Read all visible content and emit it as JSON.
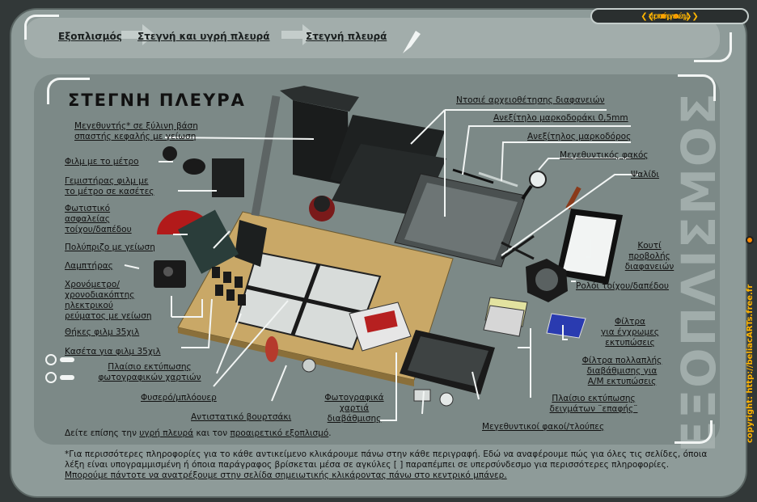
{
  "nav": {
    "crumbs": [
      "Εξοπλισμός",
      "Στεγνή και υγρή πλευρά",
      "Στεγνή πλευρά"
    ],
    "top_button": {
      "prev": "προηγούμ.",
      "next": "επόμενη"
    }
  },
  "section": {
    "title": "ΣΤΕΓΝΗ ΠΛΕΥΡΑ",
    "watermark": "ΕΞΟΠΛΙΣΜΟΣ"
  },
  "labels": {
    "enlarger": "Μεγεθυντής* σε ξύλινη βάση\nσπαστής κεφαλής με γείωση",
    "film_meter": "Φιλμ με το μέτρο",
    "film_loader": "Γεμιστήρας φιλμ με\nτο μέτρο σε κασέτες",
    "safelight": "Φωτιστικό\nασφαλείας\nτοίχου/δαπέδου",
    "power_strip": "Πολύπριζο με γείωση",
    "lamp": "Λαμπτήρας",
    "timer": "Χρονόμετρο/\nχρονοδιακόπτης\nηλεκτρικού\nρεύματος με γείωση",
    "film_cans": "Θήκες φιλμ 35χιλ",
    "cassette": "Κασέτα για φιλμ 35χιλ",
    "easel": "Πλαίσιο εκτύπωσης\nφωτογραφικών χαρτιών",
    "blower": "Φυσερό/μπλόουερ",
    "brush": "Αντιστατικό βουρτσάκι",
    "photo_paper": "Φωτογραφικά\nχαρτιά\nδιαβάθμισης",
    "enlarger_lenses": "Μεγεθυντικοί φακοί/τλούπες",
    "contact_frame": "Πλαίσιο εκτύπωσης\nδειγμάτων ¨επαφής¨",
    "multigrade_filters": "Φίλτρα πολλαπλής\nδιαβάθμισης για\nΑ/Μ εκτυπώσεις",
    "color_filters": "Φίλτρα\nγια έγχρωμες\nεκτυπώσεις",
    "wall_clock": "Ρολόι τοίχου/δαπέδου",
    "light_box": "Κουτί\nπροβολής\nδιαφανειών",
    "scissors": "Ψαλίδι",
    "magnifier": "Μεγεθυντικός φακός",
    "marker": "Ανεξίτηλος μαρκοδόρος",
    "marker_fine": "Ανεξίτηλο μαρκοδοράκι 0,5mm",
    "archive_folder": "Ντοσιέ αρχειοθέτησης διαφανειών"
  },
  "see_also": {
    "prefix": "Δείτε επίσης την",
    "link1": "υγρή πλευρά",
    "middle": "και τον",
    "link2": "προαιρετικό εξοπλισμό",
    "suffix": "."
  },
  "footer": {
    "text": "*Για περισσότερες πληροφορίες για το κάθε αντικείμενο κλικάρουμε πάνω στην κάθε περιγραφή. Εδώ να αναφέρουμε πώς για όλες τις σελίδες, όποια λέξη είναι υπογραμμισμένη ή όποια παράγραφος βρίσκεται μέσα σε αγκύλες [ ] παραπέμπει σε υπερσύνδεσμο για περισσότερες πληροφορίες.",
    "link": "Μπορούμε πάντοτε να ανατρέξουμε στην σελίδα σημειωτικής κλικάροντας πάνω στο κεντρικό μπάνερ."
  },
  "copyright": "copyright: http://beliacARTs.free.fr",
  "colors": {
    "accent": "#ffb400",
    "frame": "#8e9b99",
    "panel": "#7c8987",
    "line": "#f2f5f4"
  }
}
